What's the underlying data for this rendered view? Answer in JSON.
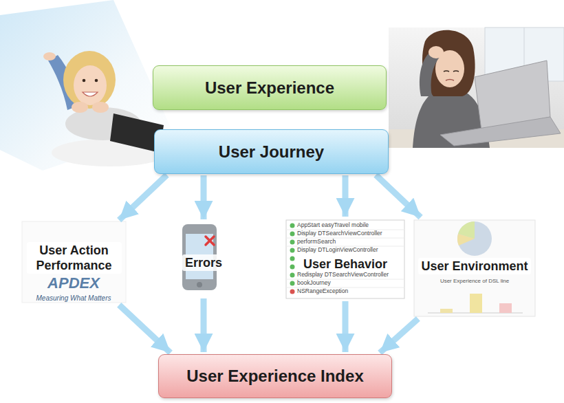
{
  "diagram": {
    "nodes": [
      {
        "text": [
          "User Experience"
        ]
      },
      {
        "text": [
          "User Journey"
        ]
      },
      {
        "text": [
          "User Action Performance"
        ]
      },
      {
        "text": [
          "Errors"
        ]
      },
      {
        "text": [
          "User Behavior"
        ]
      },
      {
        "text": [
          "User Environment"
        ]
      },
      {
        "text": [
          "User Experience Index"
        ]
      }
    ],
    "edges": [
      {
        "from": 1,
        "to": 2,
        "arrow": "to"
      },
      {
        "from": 1,
        "to": 3,
        "arrow": "to"
      },
      {
        "from": 1,
        "to": 4,
        "arrow": "to"
      },
      {
        "from": 1,
        "to": 5,
        "arrow": "to"
      },
      {
        "from": 2,
        "to": 6,
        "arrow": "to"
      },
      {
        "from": 3,
        "to": 6,
        "arrow": "to"
      },
      {
        "from": 4,
        "to": 6,
        "arrow": "to"
      },
      {
        "from": 5,
        "to": 6,
        "arrow": "to"
      }
    ],
    "labels": [
      "APDEX",
      "Measuring What Matters",
      "AppStart easyTravel mobile",
      "Display DTSearchViewController",
      "performSearch",
      "Display DTLoginViewController",
      "Redisplay DTSearchViewController",
      "bookJourney",
      "NSRangeException",
      "User Experience of DSL line"
    ]
  }
}
